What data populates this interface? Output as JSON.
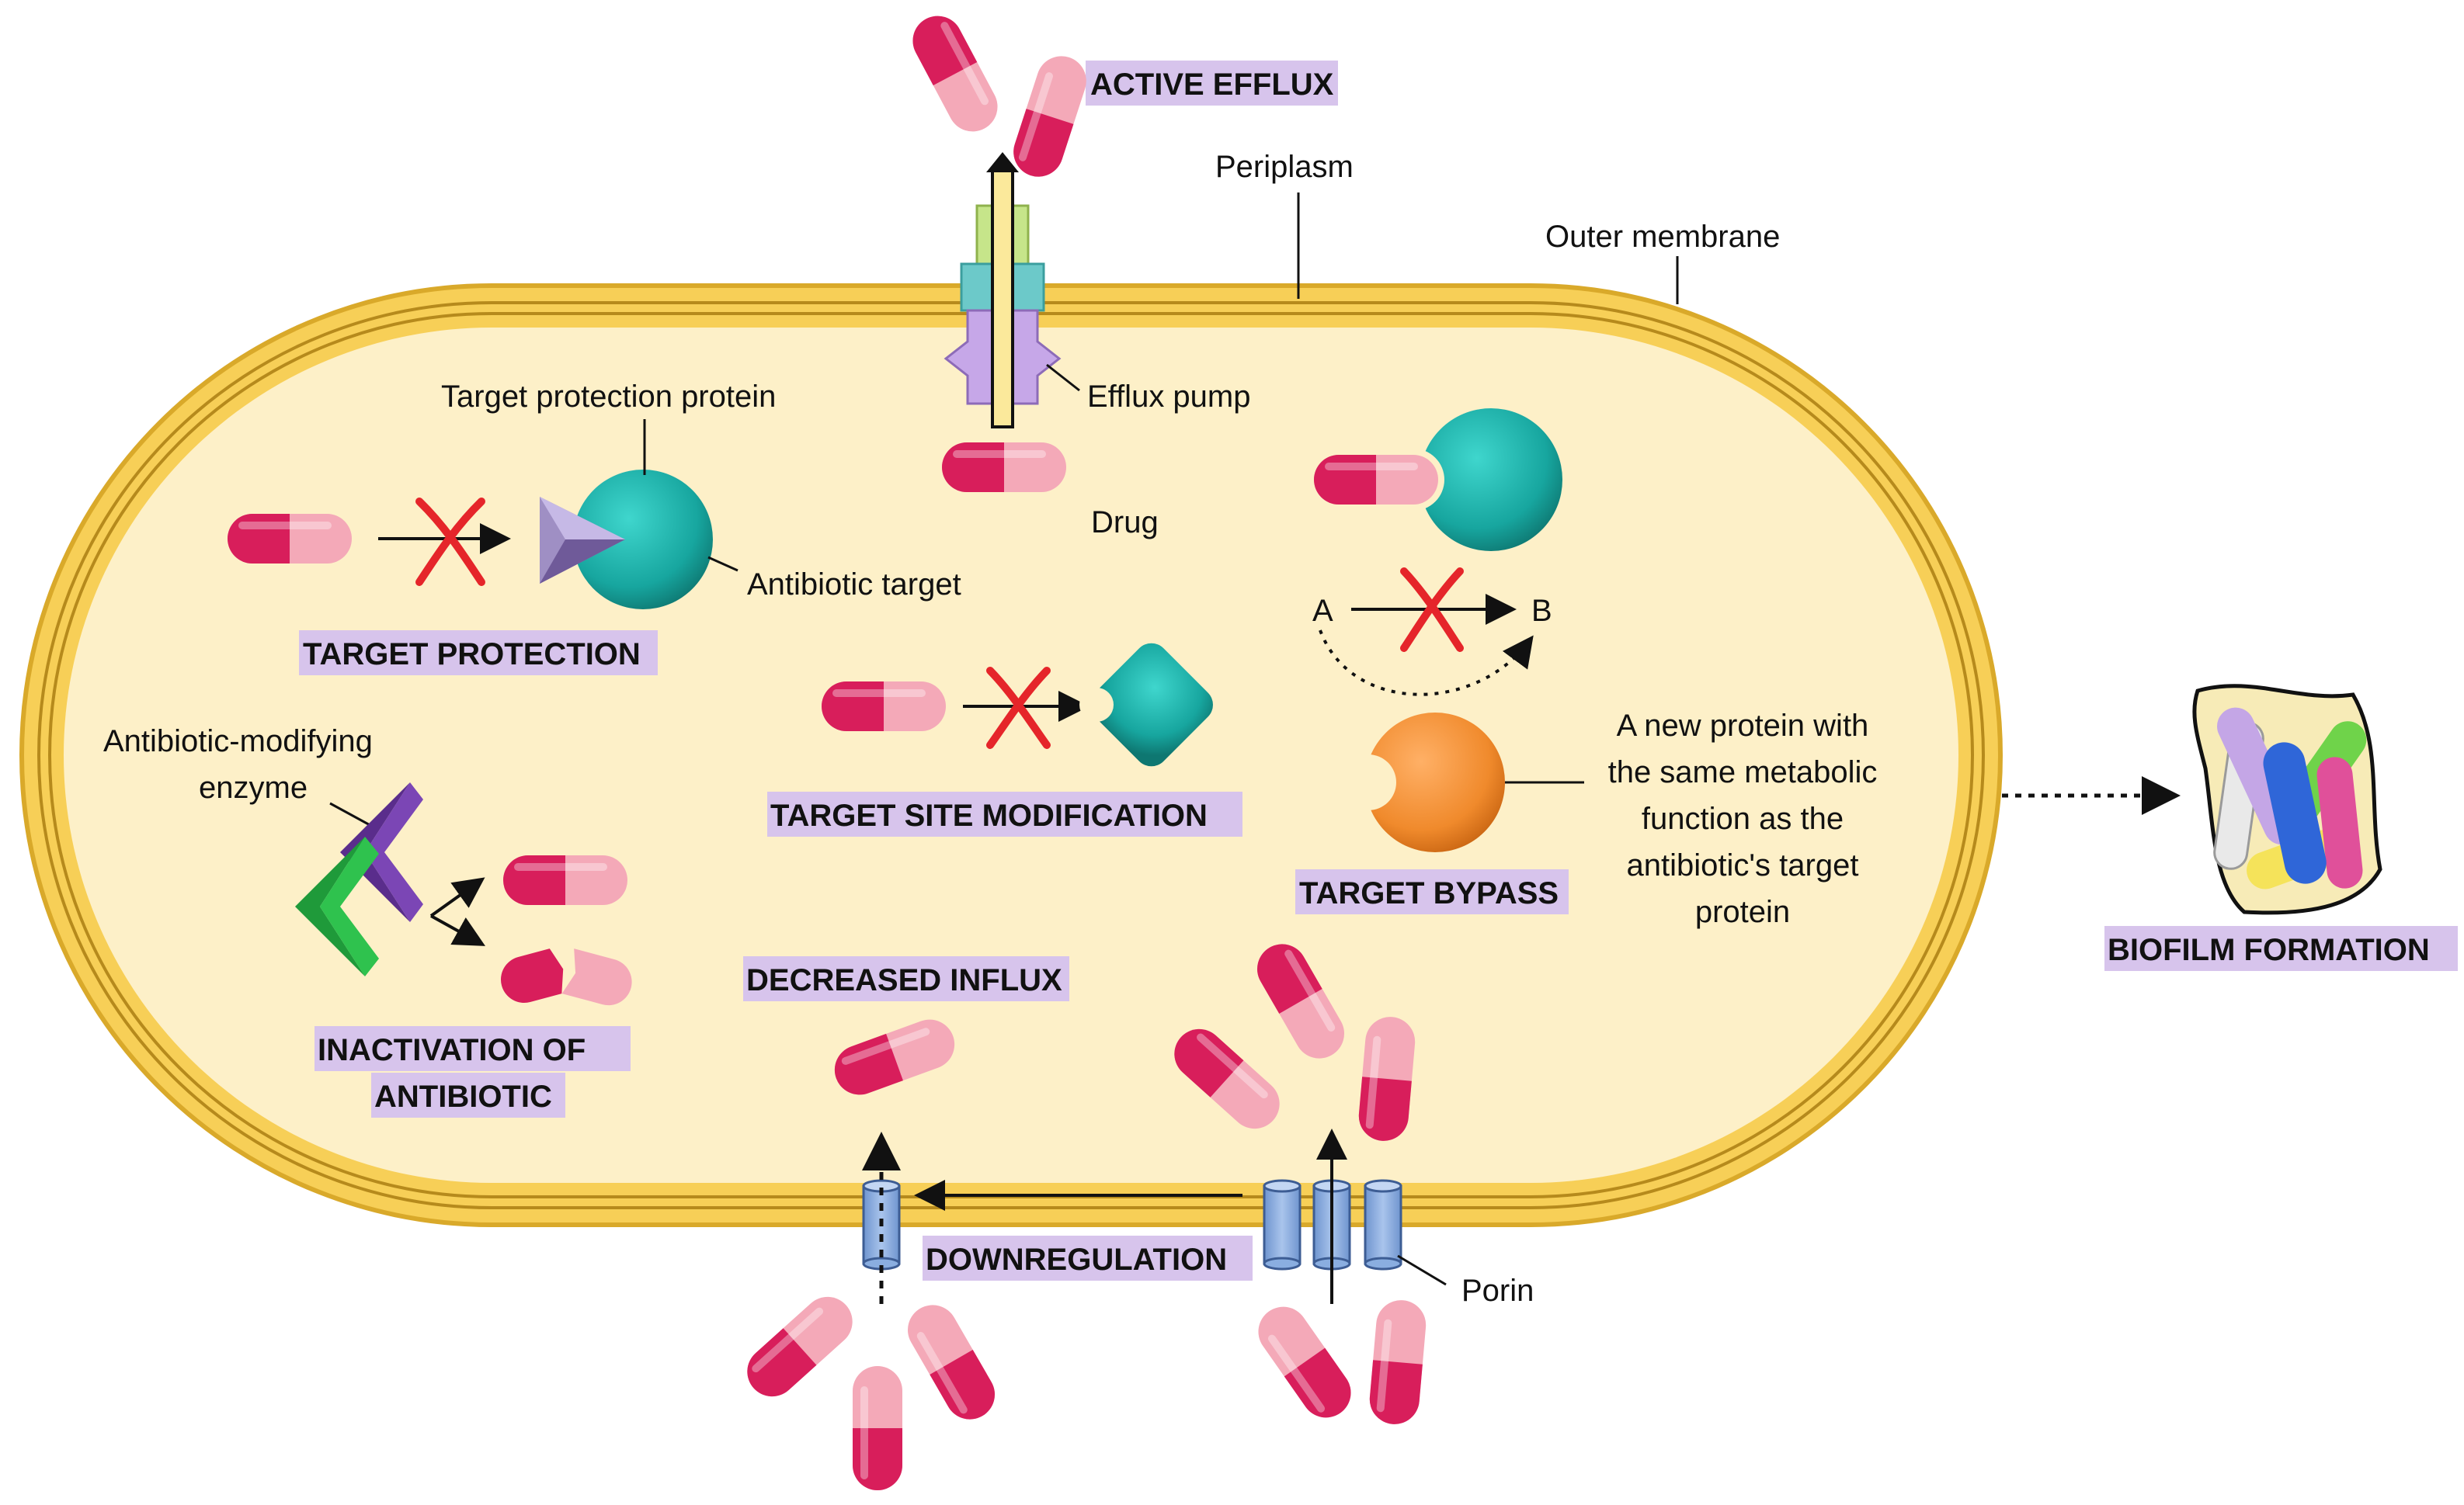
{
  "labels": {
    "active_efflux": "ACTIVE EFFLUX",
    "periplasm": "Periplasm",
    "outer_membrane": "Outer membrane",
    "target_protection_protein": "Target protection protein",
    "efflux_pump": "Efflux pump",
    "drug": "Drug",
    "antibiotic_target": "Antibiotic target",
    "target_protection": "TARGET PROTECTION",
    "point_a": "A",
    "point_b": "B",
    "modifying_enzyme_line1": "Antibiotic-modifying",
    "modifying_enzyme_line2": "enzyme",
    "target_site_modification": "TARGET SITE MODIFICATION",
    "new_protein_line1": "A new protein with",
    "new_protein_line2": "the same metabolic",
    "new_protein_line3": "function as the",
    "new_protein_line4": "antibiotic's target",
    "new_protein_line5": "protein",
    "target_bypass": "TARGET BYPASS",
    "biofilm_formation": "BIOFILM FORMATION",
    "decreased_influx": "DECREASED INFLUX",
    "inactivation_line1": "INACTIVATION OF",
    "inactivation_line2": "ANTIBIOTIC",
    "downregulation": "DOWNREGULATION",
    "porin": "Porin"
  },
  "colors": {
    "membrane": "#f7cf57",
    "membrane_edge": "#d9a92a",
    "cytoplasm": "#fdf0c8",
    "caption_highlight": "#d7c4ec",
    "capsule_dark": "#d81e5b",
    "capsule_light": "#f4a9b8",
    "target_teal": "#1bb5ad",
    "bypass_orange": "#f08a2c",
    "inhibit_red": "#e5252a",
    "porin_blue": "#8aaee0"
  }
}
